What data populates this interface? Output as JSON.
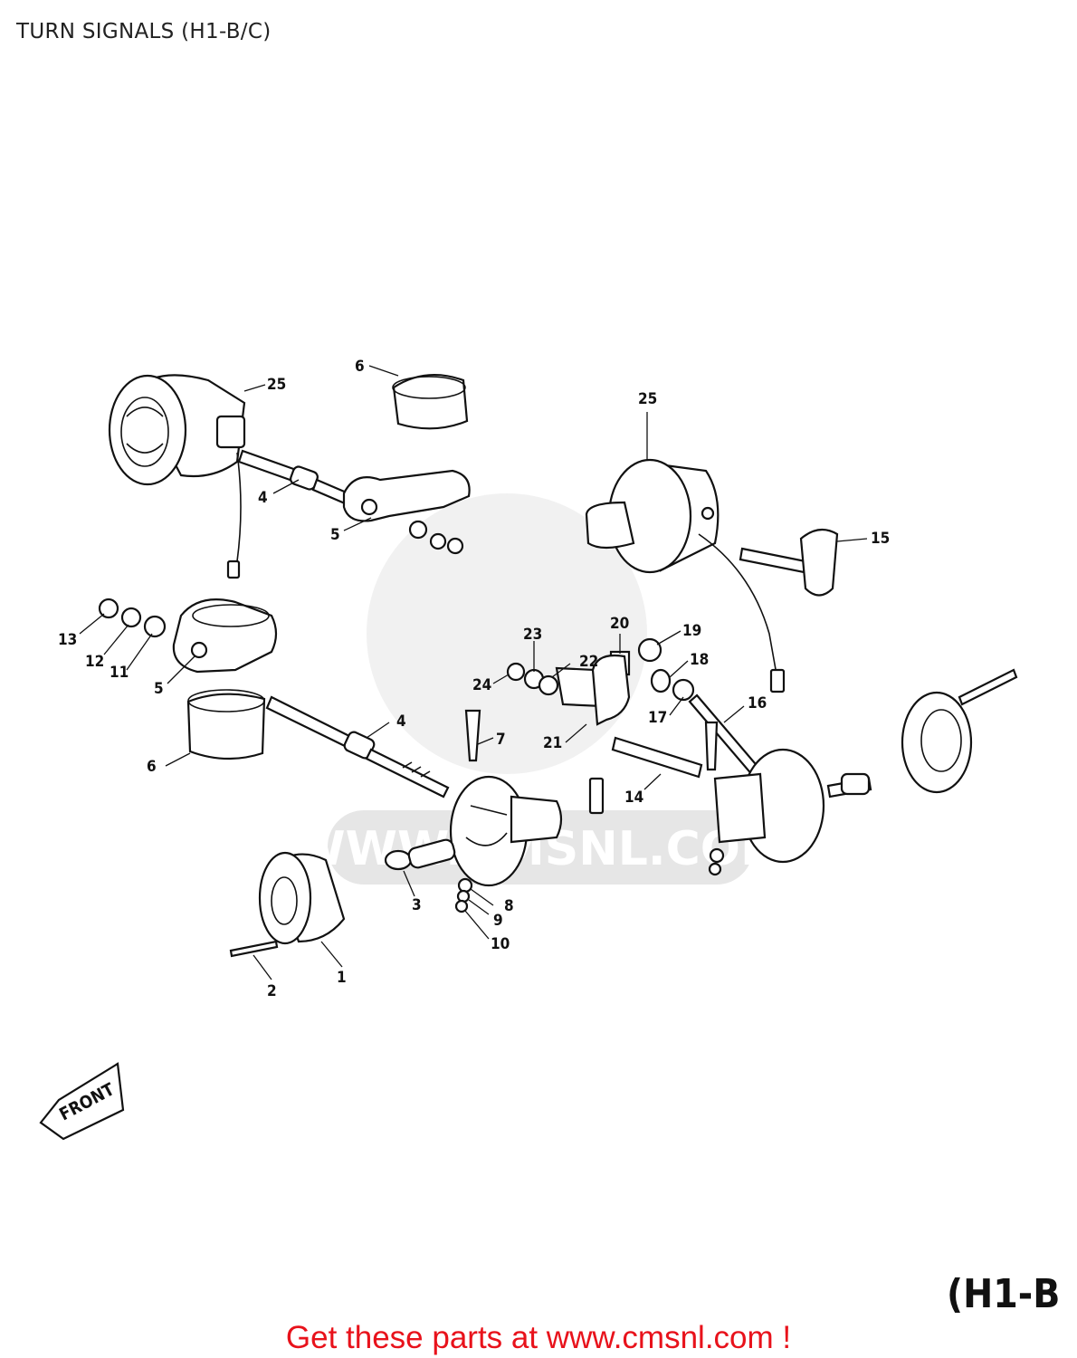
{
  "title": "TURN SIGNALS (H1-B/C)",
  "model_code": "(H1-B",
  "front_arrow": "FRONT",
  "watermark": "WWW.CMSNL.COM",
  "cta": "Get these parts at www.cmsnl.com !",
  "callouts": [
    "25",
    "6",
    "4",
    "5",
    "15",
    "13",
    "12",
    "11",
    "5",
    "23",
    "20",
    "19",
    "22",
    "18",
    "24",
    "17",
    "16",
    "4",
    "6",
    "7",
    "21",
    "14",
    "3",
    "8",
    "9",
    "10",
    "1",
    "2",
    "25"
  ],
  "colors": {
    "cta": "#e8121b",
    "line": "#111111",
    "watermark": "#e6e6e6"
  }
}
